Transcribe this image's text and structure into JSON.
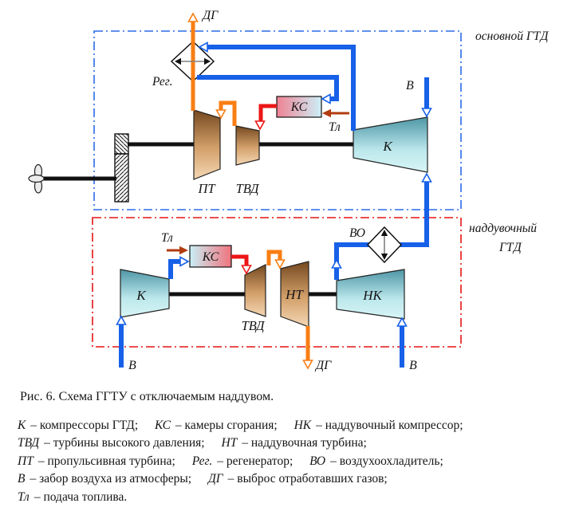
{
  "figure": {
    "caption": "Рис. 6. Схема ГГТУ с отключаемым наддувом."
  },
  "diagram": {
    "main_engine_label": "основной ГТД",
    "boost_engine_label_line1": "наддувочный",
    "boost_engine_label_line2": "ГТД",
    "labels": {
      "exhaust_top": "ДГ",
      "regenerator": "Рег.",
      "combustor_top": "КС",
      "fuel_top": "Тл",
      "air_top": "В",
      "compressor_top": "К",
      "propulsion_turbine": "ПТ",
      "hp_turbine_top": "ТВД",
      "fuel_bottom": "Тл",
      "combustor_bottom": "КС",
      "compressor_bottom": "К",
      "hp_turbine_bottom": "ТВД",
      "boost_turbine": "НТ",
      "boost_compressor": "НК",
      "air_cooler": "ВО",
      "air_bottom_left": "В",
      "exhaust_bottom": "ДГ",
      "air_bottom_right": "В"
    },
    "colors": {
      "air_pipe": "#1760E8",
      "exhaust_pipe": "#F87E14",
      "hot_gas_pipe": "#EC1616",
      "fuel_arrow": "#B23B10",
      "main_box_border": "#2B6BE8",
      "boost_box_border": "#E61414",
      "turbine_dark": "#74481F",
      "turbine_light": "#F4D7B4",
      "compressor_dark": "#4E96A6",
      "compressor_light": "#D9F5F6",
      "combustor_red": "#EE8293",
      "combustor_cyan": "#CCF0F8"
    }
  },
  "legend": {
    "lines": [
      {
        "items": [
          {
            "term": "К",
            "desc": "– компрессоры ГТД;"
          },
          {
            "term": "КС",
            "desc": "– камеры сгорания;"
          },
          {
            "term": "НК",
            "desc": "– наддувочный компрессор;"
          }
        ]
      },
      {
        "items": [
          {
            "term": "ТВД",
            "desc": "– турбины высокого давления;"
          },
          {
            "term": "НТ",
            "desc": "– наддувочная турбина;"
          }
        ]
      },
      {
        "items": [
          {
            "term": "ПТ",
            "desc": "– пропульсивная турбина;"
          },
          {
            "term": "Рег.",
            "desc": "– регенератор;"
          },
          {
            "term": "ВО",
            "desc": "– воздухоохладитель;"
          }
        ]
      },
      {
        "items": [
          {
            "term": "В",
            "desc": "– забор воздуха из атмосферы;"
          },
          {
            "term": "ДГ",
            "desc": "– выброс отработавших газов;"
          }
        ]
      },
      {
        "items": [
          {
            "term": "Тл",
            "desc": "– подача топлива."
          }
        ]
      }
    ]
  }
}
